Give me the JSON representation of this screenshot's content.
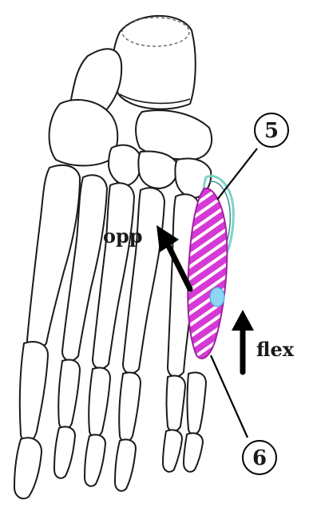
{
  "labels": {
    "marker_5": "5",
    "marker_6": "6",
    "opp": "opp",
    "flex": "flex"
  },
  "colors": {
    "muscle_magenta": "#d63ad6",
    "muscle_teal": "#7fd1c9",
    "muscle_light_blue": "#8fd6f5",
    "outline": "#1a1a1a"
  }
}
